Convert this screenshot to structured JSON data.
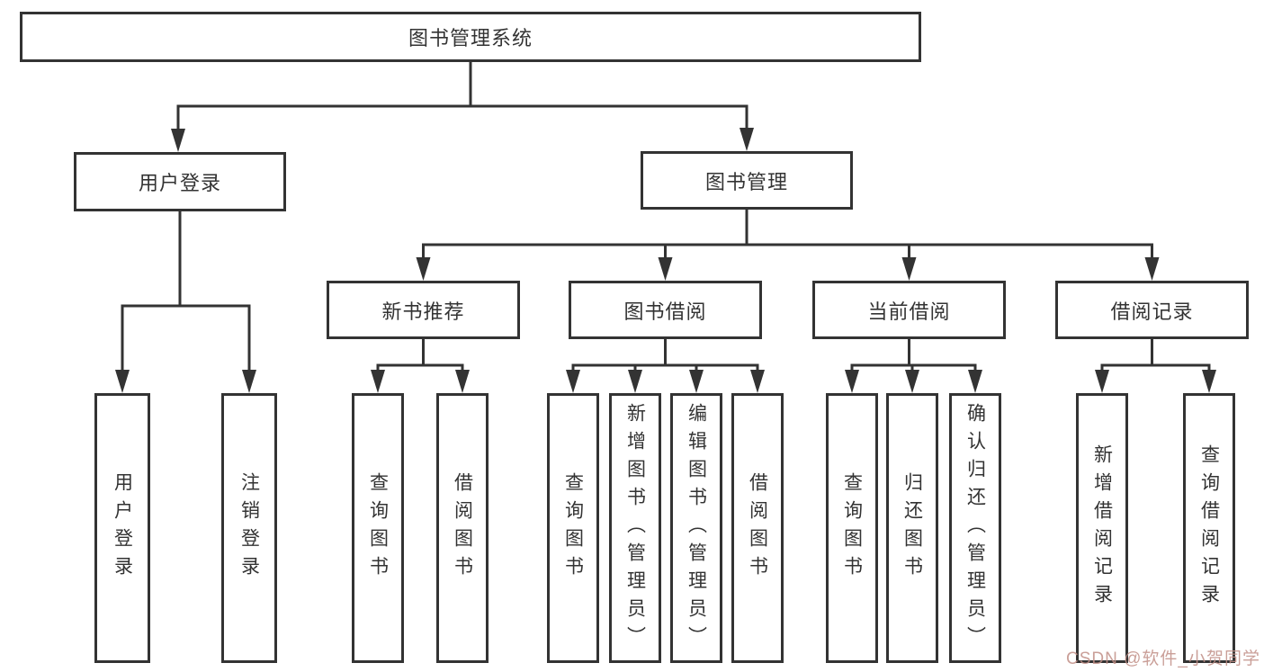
{
  "diagram_type": "hierarchy-tree",
  "tree": {
    "label": "图书管理系统",
    "children": [
      {
        "label": "用户登录",
        "children": [
          {
            "label": "用户登录"
          },
          {
            "label": "注销登录"
          }
        ]
      },
      {
        "label": "图书管理",
        "children": [
          {
            "label": "新书推荐",
            "children": [
              {
                "label": "查询图书"
              },
              {
                "label": "借阅图书"
              }
            ]
          },
          {
            "label": "图书借阅",
            "children": [
              {
                "label": "查询图书"
              },
              {
                "label": "新增图书（管理员）"
              },
              {
                "label": "编辑图书（管理员）"
              },
              {
                "label": "借阅图书"
              }
            ]
          },
          {
            "label": "当前借阅",
            "children": [
              {
                "label": "查询图书"
              },
              {
                "label": "归还图书"
              },
              {
                "label": "确认归还（管理员）"
              }
            ]
          },
          {
            "label": "借阅记录",
            "children": [
              {
                "label": "新增借阅记录"
              },
              {
                "label": "查询借阅记录"
              }
            ]
          }
        ]
      }
    ]
  },
  "watermark": {
    "text": "CSDN @软件_小贺同学",
    "color": "#c18e86"
  },
  "colors": {
    "line": "#333333",
    "box_border": "#333333",
    "text": "#333333",
    "background": "#ffffff"
  }
}
